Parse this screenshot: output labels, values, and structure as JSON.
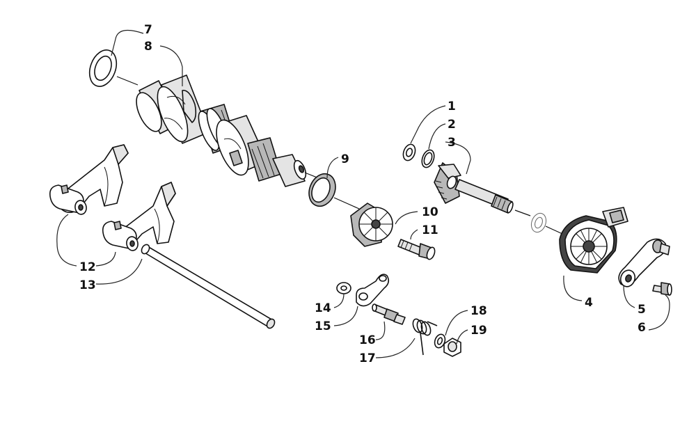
{
  "callouts": [
    {
      "id": "1",
      "label": "1"
    },
    {
      "id": "2",
      "label": "2"
    },
    {
      "id": "3",
      "label": "3"
    },
    {
      "id": "4",
      "label": "4"
    },
    {
      "id": "5",
      "label": "5"
    },
    {
      "id": "6",
      "label": "6"
    },
    {
      "id": "7",
      "label": "7"
    },
    {
      "id": "8",
      "label": "8"
    },
    {
      "id": "9",
      "label": "9"
    },
    {
      "id": "10",
      "label": "10"
    },
    {
      "id": "11",
      "label": "11"
    },
    {
      "id": "12",
      "label": "12"
    },
    {
      "id": "13",
      "label": "13"
    },
    {
      "id": "14",
      "label": "14"
    },
    {
      "id": "15",
      "label": "15"
    },
    {
      "id": "16",
      "label": "16"
    },
    {
      "id": "17",
      "label": "17"
    },
    {
      "id": "18",
      "label": "18"
    },
    {
      "id": "19",
      "label": "19"
    }
  ],
  "colors": {
    "line": "#111111",
    "background": "#ffffff",
    "shade": "#b8b8b8"
  }
}
